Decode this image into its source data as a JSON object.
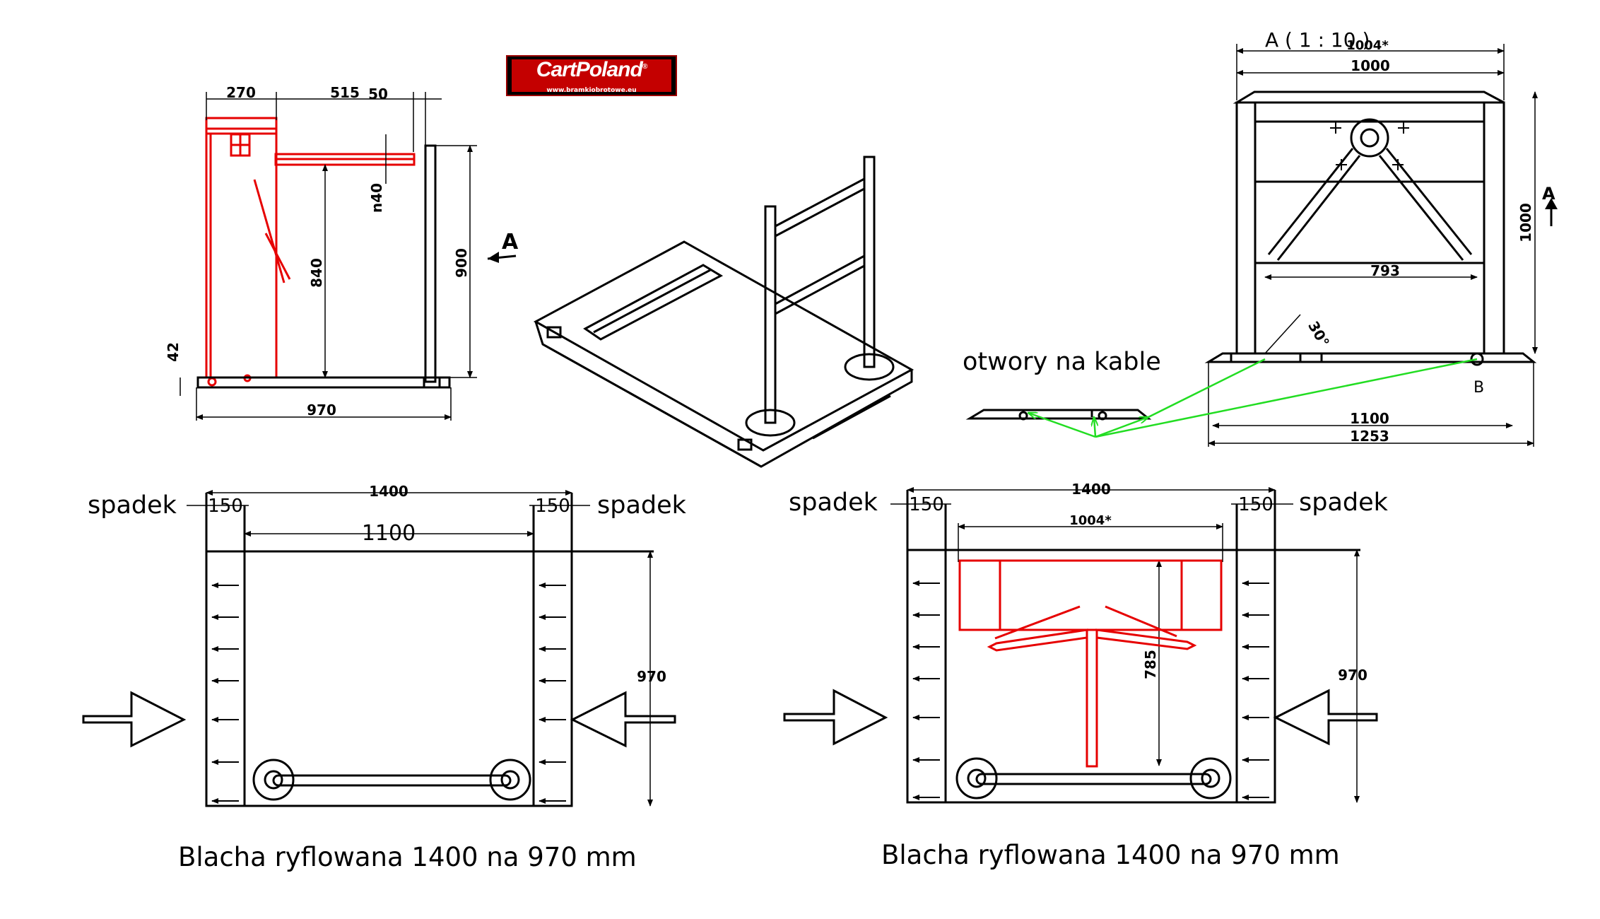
{
  "logo": {
    "brand": "CartPoland",
    "url": "www.bramkiobrotowe.eu",
    "mark": "®"
  },
  "side_view": {
    "dims": {
      "d270": "270",
      "d515": "515",
      "d50": "50",
      "d40": "n40",
      "d840": "840",
      "d900": "900",
      "d42": "42",
      "d970": "970"
    },
    "view_marker": "A"
  },
  "front_view": {
    "title": "A ( 1 : 10 )",
    "dims": {
      "d1004": "1004*",
      "d1000w": "1000",
      "d1000h": "1000",
      "d793": "793",
      "d1100": "1100",
      "d1253": "1253",
      "angle": "30°"
    },
    "marker_b": "B",
    "view_marker": "A"
  },
  "cables_label": "otwory na kable",
  "plan_left": {
    "dims": {
      "d1400": "1400",
      "d150l": "150",
      "d150r": "150",
      "d1100": "1100",
      "d970": "970"
    },
    "slope_left": "spadek",
    "slope_right": "spadek",
    "caption": "Blacha ryflowana 1400 na 970 mm"
  },
  "plan_right": {
    "dims": {
      "d1400": "1400",
      "d150l": "150",
      "d150r": "150",
      "d1004": "1004*",
      "d785": "785",
      "d970": "970"
    },
    "slope_left": "spadek",
    "slope_right": "spadek",
    "caption": "Blacha ryflowana 1400 na 970 mm"
  },
  "colors": {
    "line": "#000000",
    "turnstile": "#e60000",
    "cable": "#22dd22"
  }
}
